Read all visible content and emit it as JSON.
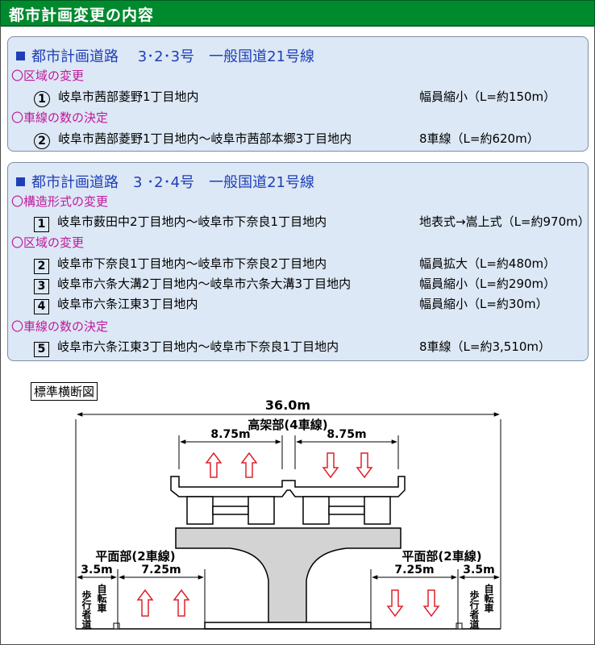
{
  "header": {
    "title": "都市計画変更の内容"
  },
  "panel1": {
    "title": "都市計画道路　 3･2･3号　一般国道21号線",
    "sections": [
      {
        "heading": "〇区域の変更",
        "rows": [
          {
            "num": "1",
            "loc": "岐阜市茜部菱野1丁目地内",
            "desc": "幅員縮小（L=約150m）"
          }
        ]
      },
      {
        "heading": "〇車線の数の決定",
        "rows": [
          {
            "num": "2",
            "loc": "岐阜市茜部菱野1丁目地内～岐阜市茜部本郷3丁目地内",
            "desc": "8車線（L=約620m）"
          }
        ]
      }
    ]
  },
  "panel2": {
    "title": "都市計画道路　3 ･2･4号　一般国道21号線",
    "sections": [
      {
        "heading": "〇構造形式の変更",
        "rows": [
          {
            "num": "1",
            "loc": "岐阜市薮田中2丁目地内～岐阜市下奈良1丁目地内",
            "desc": "地表式→嵩上式（L=約970m）"
          }
        ]
      },
      {
        "heading": "〇区域の変更",
        "rows": [
          {
            "num": "2",
            "loc": "岐阜市下奈良1丁目地内～岐阜市下奈良2丁目地内",
            "desc": "幅員拡大（L=約480m）"
          },
          {
            "num": "3",
            "loc": "岐阜市六条大溝2丁目地内～岐阜市六条大溝3丁目地内",
            "desc": "幅員縮小（L=約290m）"
          },
          {
            "num": "4",
            "loc": "岐阜市六条江東3丁目地内",
            "desc": "幅員縮小（L=約30m）"
          }
        ]
      },
      {
        "heading": "〇車線の数の決定",
        "rows": [
          {
            "num": "5",
            "loc": "岐阜市六条江東3丁目地内～岐阜市下奈良1丁目地内",
            "desc": "8車線（L=約3,510m）"
          }
        ]
      }
    ]
  },
  "cross_section": {
    "label": "標準横断図",
    "total_width": "36.0m",
    "elevated_label": "高架部(4車線)",
    "elevated_lane_width_left": "8.75m",
    "elevated_lane_width_right": "8.75m",
    "ground_label_left": "平面部(2車線)",
    "ground_label_right": "平面部(2車線)",
    "sidewalk_width_left": "3.5m",
    "sidewalk_width_right": "3.5m",
    "ground_lane_width_left": "7.25m",
    "ground_lane_width_right": "7.25m",
    "sidewalk_text_1": "歩行者道",
    "sidewalk_text_2": "自転車",
    "arrow_color": "#e0202a"
  }
}
